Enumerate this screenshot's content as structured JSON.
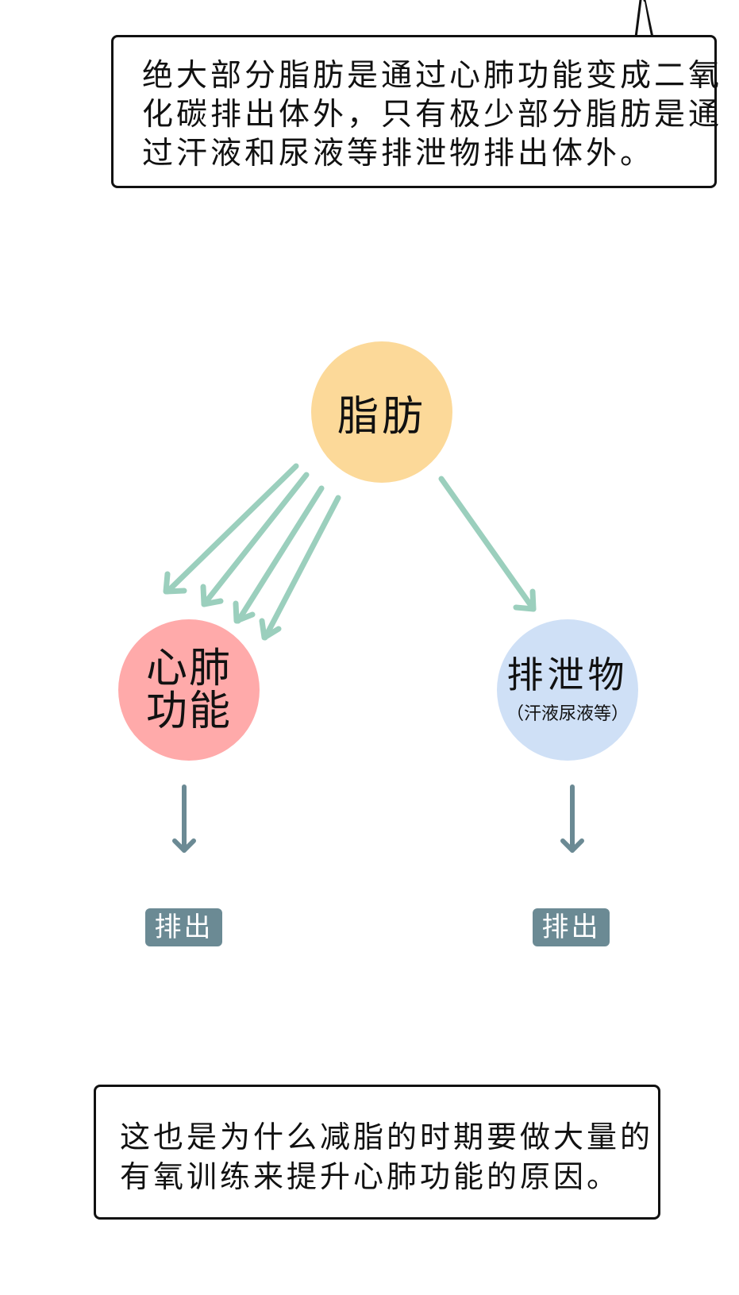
{
  "top_bubble": {
    "lines": [
      "绝大部分脂肪是通过心肺功能变成二氧",
      "化碳排出体外，只有极少部分脂肪是通",
      "过汗液和尿液等排泄物排出体外。"
    ]
  },
  "diagram": {
    "fat": {
      "label": "脂肪"
    },
    "heart_lung": {
      "label_lines": [
        "心肺",
        "功能"
      ]
    },
    "excreta": {
      "label": "排泄物",
      "sub_label": "（汗液尿液等）"
    },
    "outputs": {
      "left_label": "排出",
      "right_label": "排出"
    }
  },
  "bottom_bubble": {
    "lines": [
      "这也是为什么减脂的时期要做大量的",
      "有氧训练来提升心肺功能的原因。"
    ]
  },
  "colors": {
    "fat_node": "#fcd999",
    "heart_lung_node": "#ffaaaa",
    "excreta_node": "#cfe0f6",
    "green_arrow": "#9bcfbd",
    "output_arrow": "#6b8a94",
    "output_badge": "#6b8a94"
  }
}
